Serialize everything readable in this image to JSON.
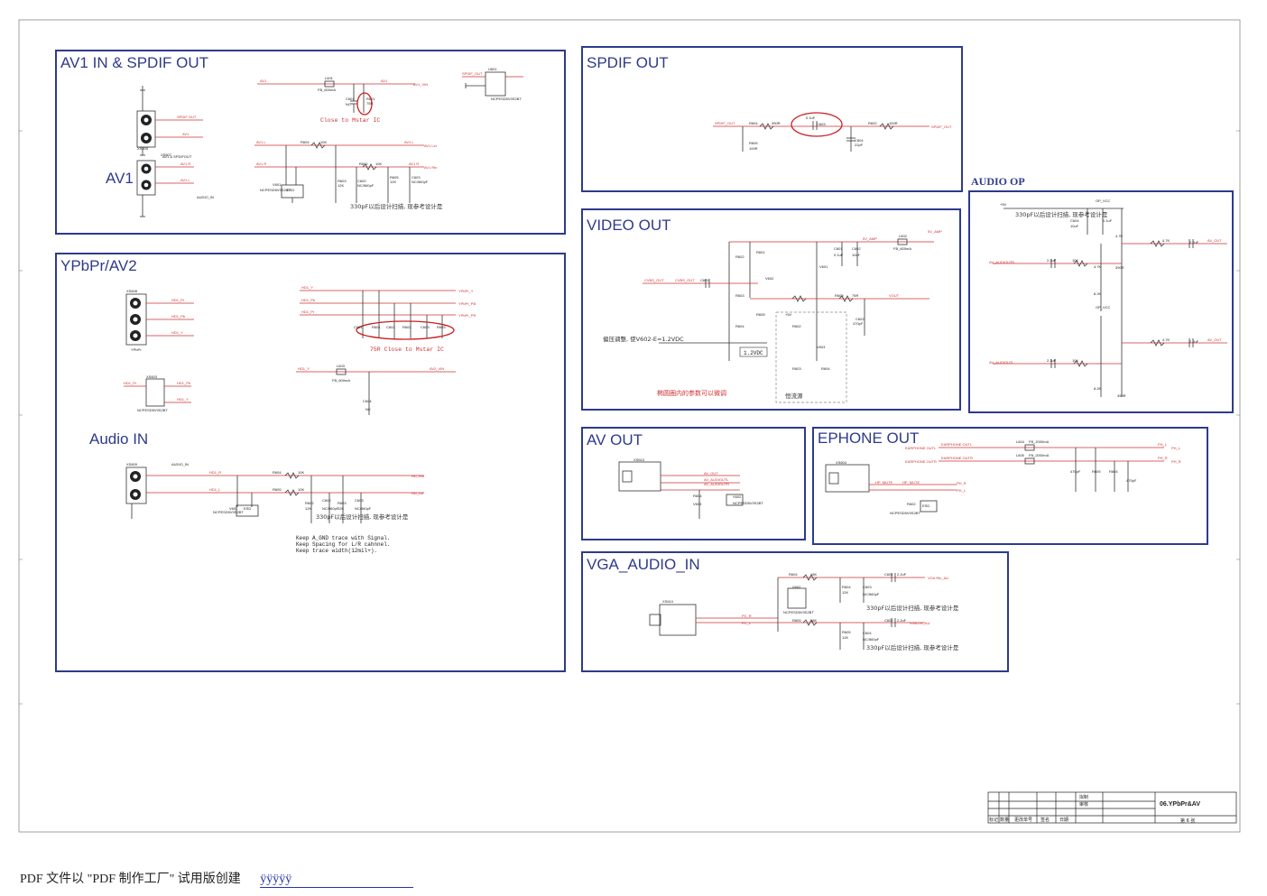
{
  "panels": {
    "av1_spdif": "AV1 IN & SPDIF OUT",
    "spdif_out": "SPDIF OUT",
    "audio_op": "AUDIO OP",
    "video_out": "VIDEO OUT",
    "ypbpr_av2": "YPbPr/AV2",
    "av_out": "AV OUT",
    "ephone_out": "EPHONE OUT",
    "vga_audio_in": "VGA_AUDIO_IN"
  },
  "labels": {
    "av1": "AV1",
    "audio_in": "Audio IN",
    "av1_spdifout": "AV1 & SPDIFOUT",
    "audio_in_small": "AUDIO_IN",
    "ypbpr": "YPbPr",
    "close_to_mstar": "Close to Mstar IC",
    "r75_close": "75R Close to Mstar IC",
    "bias_note": "偏压调整, 使V602-E=1.2VDC",
    "v12": "1.2VDC",
    "ellipse_note": "椭圆圈内的参数可以微调",
    "const_source": "恒流源",
    "keep1": "Keep A_GND trace with Signal.",
    "keep2": "Keep Spacing for L/R cahnnel.",
    "keep3": "Keep trace width(12mil+).",
    "cap_note": "330pF以后设计扫描, 现参考设计是"
  },
  "nets": {
    "av1": "AV1",
    "av1_vin": "AV1_VIN",
    "av1_r": "AV1 R",
    "av1_l": "AV1 L",
    "av1_rin": "AV1 Rin",
    "av1_lin": "AV1 Lin",
    "spdif_out": "SPDIF OUT",
    "spdif_out_net": "SPDIF_OUT",
    "hd1_y": "HD1_Y",
    "hd1_pb": "HD1_Pb",
    "hd1_pr": "HD1_Pr",
    "ypbpr_y": "YPbPr_Y",
    "ypbpr_pb": "YPbPr_PB",
    "ypbpr_pr": "YPbPr_PR",
    "av2_vin": "AV2_VIN",
    "hd1_r": "HD1_R",
    "hd1_l": "HD1_L",
    "hd_rin": "HD_Rin",
    "hd_lin": "HD_Lin",
    "cvbs_out": "CVBS_OUT",
    "vout": "VOUT",
    "av_out": "AV_OUT",
    "av_audioutr": "AV_AUDIOUTR",
    "av_audioutl": "AV_AUDIOUTL",
    "earphone_outl": "EARPHONE OUTL",
    "earphone_outr": "EARPHONE OUTR",
    "ph_l": "PH_L",
    "ph_r": "PH_R",
    "hp_mute": "HP_MUTE",
    "vga_rin": "VGA Rin_AU",
    "vga_lin": "VGA Lin_AU",
    "pc_r": "PC_R",
    "pc_l": "PC_L",
    "v5": "+5V",
    "op_vcc": "OP_VCC",
    "sv_amp": "5V_AMP"
  },
  "parts": {
    "xs605": "XS605",
    "xs607": "XS607",
    "xs608": "XS608",
    "xs609": "XS609",
    "xs610": "XS610",
    "xs603": "XS603",
    "xs604": "XS604",
    "l601": "L601",
    "l602": "L602",
    "l603": "L603",
    "l604": "L604",
    "l605": "L605",
    "fb600": "FB_600mA",
    "fb600b": "FB_2000mA",
    "r601": "R601",
    "r602": "R602",
    "r603": "R603",
    "r604": "R604",
    "r605": "R605",
    "c601": "C601",
    "c602": "C602",
    "c603": "C603",
    "c604": "C604",
    "v601": "V601",
    "v602": "V602",
    "v603": "V603",
    "v604": "V604",
    "u601": "U601",
    "esd": "ESD",
    "nc": "NC",
    "nc560": "NC/560pF",
    "ncp": "NCPESD5V0S2BT",
    "k12": "12K",
    "k10": "10K",
    "r75": "75R",
    "uf01": "0.1uF",
    "uf10": "10uF",
    "pf22": "22pF",
    "r100": "100R",
    "k18": "18K",
    "k47": "4.7K",
    "k82": "8.2K",
    "r390": "390R",
    "uf22": "2.2uF",
    "pf470": "470pF"
  },
  "title_block": {
    "drawer_label": "拟制",
    "checker_label": "审核",
    "doc_title": "06.YPbPr&AV",
    "row_labels": [
      "标记",
      "数量",
      "更改单号",
      "签名",
      "日期"
    ],
    "page_text": "第 6 张"
  },
  "footer": {
    "text": "PDF 文件以 \"PDF 制作工厂\" 试用版创建",
    "link": "ÿÿÿÿÿ"
  },
  "colors": {
    "panel_border": "#2e3a8c",
    "wire": "#cc3333",
    "component": "#222222",
    "ellipse": "#c91f1f"
  }
}
